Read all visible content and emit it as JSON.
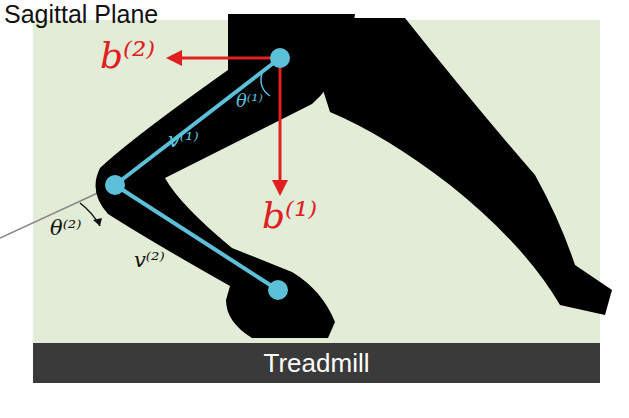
{
  "diagram": {
    "title": "Sagittal Plane",
    "nodes": [
      {
        "text": [
          "Treadmill"
        ]
      }
    ],
    "labels": [
      "b⁽²⁾",
      "θ⁽¹⁾",
      "v⁽¹⁾",
      "b⁽¹⁾",
      "θ⁽²⁾",
      "v⁽²⁾"
    ]
  }
}
